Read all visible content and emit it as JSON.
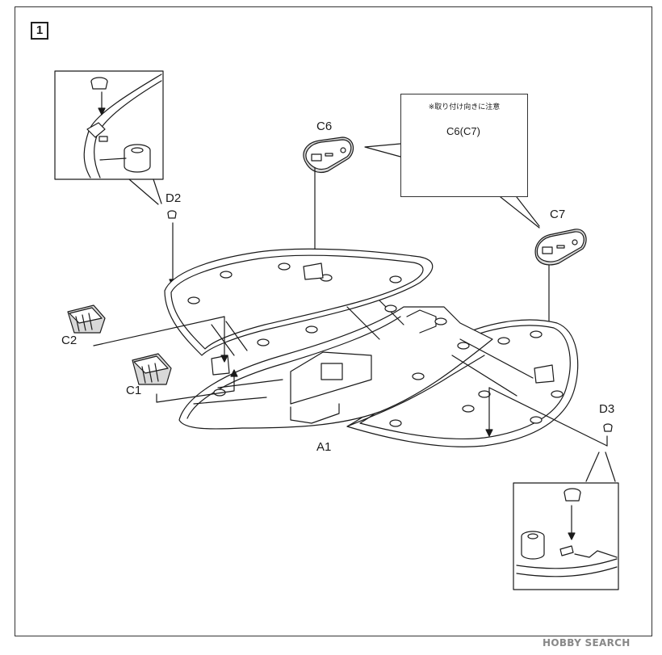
{
  "step": "1",
  "parts": {
    "c6": "C6",
    "c7": "C7",
    "d2": "D2",
    "d3": "D3",
    "c2": "C2",
    "c1": "C1",
    "a1": "A1"
  },
  "note": {
    "title": "※取り付け向きに注意",
    "label": "C6(C7)"
  },
  "watermark": "HOBBY SEARCH",
  "colors": {
    "line": "#1a1a1a",
    "fill": "#ffffff",
    "shade": "#d8d8d8"
  }
}
